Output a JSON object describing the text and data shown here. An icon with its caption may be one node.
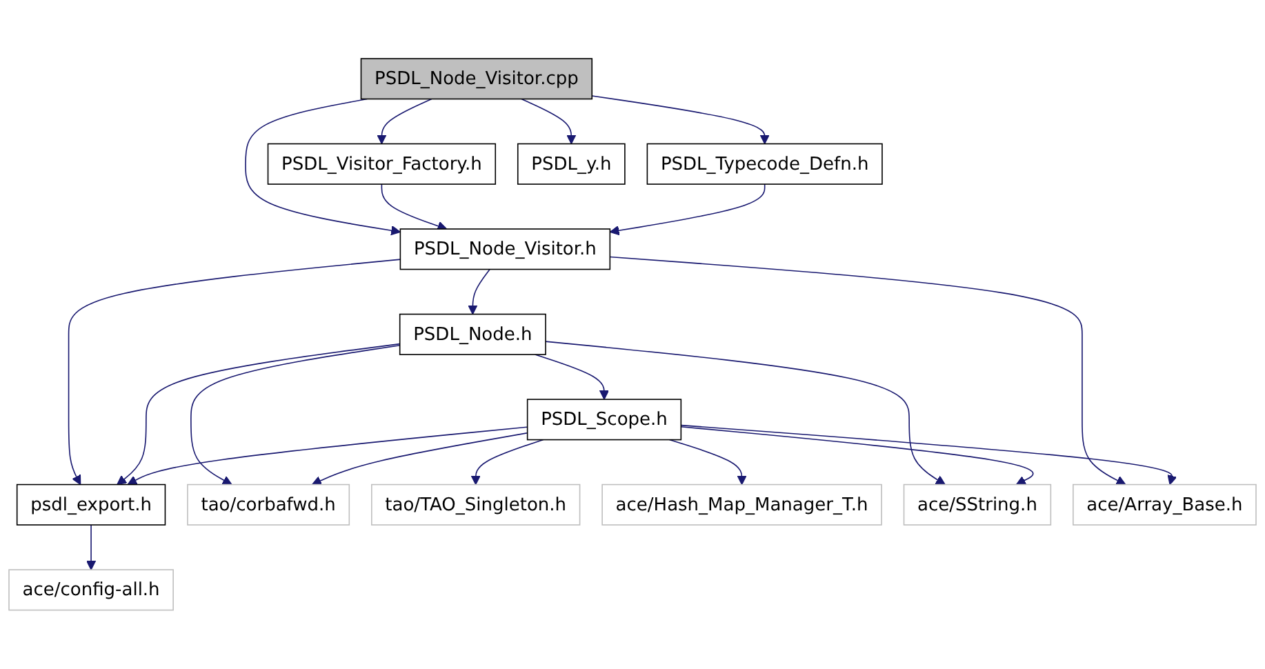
{
  "diagram": {
    "nodes": [
      {
        "text": [
          "PSDL_Node_Visitor.cpp"
        ]
      },
      {
        "text": [
          "PSDL_Visitor_Factory.h"
        ]
      },
      {
        "text": [
          "PSDL_Typecode_Defn.h"
        ]
      },
      {
        "text": [
          "PSDL_y.h"
        ]
      },
      {
        "text": [
          "PSDL_Node_Visitor.h"
        ]
      },
      {
        "text": [
          "PSDL_Node.h"
        ]
      },
      {
        "text": [
          "PSDL_Scope.h"
        ]
      },
      {
        "text": [
          "psdl_export.h"
        ]
      },
      {
        "text": [
          "tao/corbafwd.h"
        ]
      },
      {
        "text": [
          "tao/TAO_Singleton.h"
        ]
      },
      {
        "text": [
          "ace/Hash_Map_Manager_T.h"
        ]
      },
      {
        "text": [
          "ace/SString.h"
        ]
      },
      {
        "text": [
          "ace/Array_Base.h"
        ]
      },
      {
        "text": [
          "ace/config-all.h"
        ]
      }
    ],
    "edges": [
      {
        "from": 0,
        "to": 1,
        "arrow": "to"
      },
      {
        "from": 0,
        "to": 2,
        "arrow": "to"
      },
      {
        "from": 0,
        "to": 3,
        "arrow": "to"
      },
      {
        "from": 0,
        "to": 4,
        "arrow": "to"
      },
      {
        "from": 1,
        "to": 4,
        "arrow": "to"
      },
      {
        "from": 2,
        "to": 4,
        "arrow": "to"
      },
      {
        "from": 4,
        "to": 5,
        "arrow": "to"
      },
      {
        "from": 4,
        "to": 7,
        "arrow": "to"
      },
      {
        "from": 4,
        "to": 12,
        "arrow": "to"
      },
      {
        "from": 5,
        "to": 7,
        "arrow": "to"
      },
      {
        "from": 5,
        "to": 8,
        "arrow": "to"
      },
      {
        "from": 5,
        "to": 6,
        "arrow": "to"
      },
      {
        "from": 5,
        "to": 11,
        "arrow": "to"
      },
      {
        "from": 6,
        "to": 7,
        "arrow": "to"
      },
      {
        "from": 6,
        "to": 8,
        "arrow": "to"
      },
      {
        "from": 6,
        "to": 9,
        "arrow": "to"
      },
      {
        "from": 6,
        "to": 10,
        "arrow": "to"
      },
      {
        "from": 6,
        "to": 11,
        "arrow": "to"
      },
      {
        "from": 6,
        "to": 12,
        "arrow": "to"
      },
      {
        "from": 7,
        "to": 13,
        "arrow": "to"
      }
    ]
  }
}
